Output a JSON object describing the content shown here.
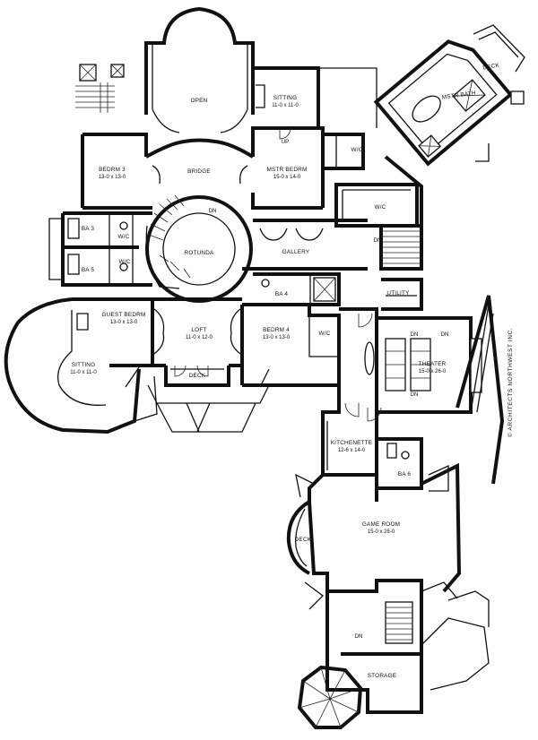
{
  "rooms": [
    {
      "id": "open",
      "name": "OPEN",
      "dims": ""
    },
    {
      "id": "sitting-top",
      "name": "SITTING",
      "dims": "11-0 x 11-0"
    },
    {
      "id": "mstr-bath",
      "name": "MSTR BATH",
      "dims": ""
    },
    {
      "id": "bedrm3",
      "name": "BEDRM 3",
      "dims": "13-0 x 13-0"
    },
    {
      "id": "bridge",
      "name": "BRIDGE",
      "dims": ""
    },
    {
      "id": "mstr-bedrm",
      "name": "MSTR BEDRM",
      "dims": "15-0 x 14-0"
    },
    {
      "id": "wic-master",
      "name": "W/C",
      "dims": ""
    },
    {
      "id": "wic-right",
      "name": "W/C",
      "dims": ""
    },
    {
      "id": "ba3",
      "name": "BA 3",
      "dims": ""
    },
    {
      "id": "wic-ba3",
      "name": "W/C",
      "dims": ""
    },
    {
      "id": "ba5",
      "name": "BA 5",
      "dims": ""
    },
    {
      "id": "wic-ba5",
      "name": "W/C",
      "dims": ""
    },
    {
      "id": "rotunda",
      "name": "ROTUNDA",
      "dims": ""
    },
    {
      "id": "gallery",
      "name": "GALLERY",
      "dims": ""
    },
    {
      "id": "ba4",
      "name": "BA 4",
      "dims": ""
    },
    {
      "id": "utility",
      "name": "UTILITY",
      "dims": ""
    },
    {
      "id": "guest-bedrm",
      "name": "GUEST BEDRM",
      "dims": "13-0 x 13-0"
    },
    {
      "id": "loft",
      "name": "LOFT",
      "dims": "11-0 x 12-0"
    },
    {
      "id": "bedrm4",
      "name": "BEDRM 4",
      "dims": "13-0 x 13-0"
    },
    {
      "id": "wic-bedrm4",
      "name": "W/C",
      "dims": ""
    },
    {
      "id": "theater",
      "name": "THEATER",
      "dims": "15-0 x 26-0"
    },
    {
      "id": "sitting-left",
      "name": "SITTING",
      "dims": "11-0 x 11-0"
    },
    {
      "id": "deck-mid",
      "name": "DECK",
      "dims": ""
    },
    {
      "id": "kitchenette",
      "name": "KITCHENETTE",
      "dims": "12-6 x 14-0"
    },
    {
      "id": "ba6",
      "name": "BA 6",
      "dims": ""
    },
    {
      "id": "game-room",
      "name": "GAME ROOM",
      "dims": "15-0 x 26-0"
    },
    {
      "id": "deck-left",
      "name": "DECK",
      "dims": ""
    },
    {
      "id": "storage",
      "name": "STORAGE",
      "dims": ""
    },
    {
      "id": "deck-top",
      "name": "DECK",
      "dims": ""
    }
  ],
  "stair_marks": {
    "dn": "DN",
    "up": "UP"
  },
  "copyright": "© ARCHITECTS NORTHWEST INC."
}
